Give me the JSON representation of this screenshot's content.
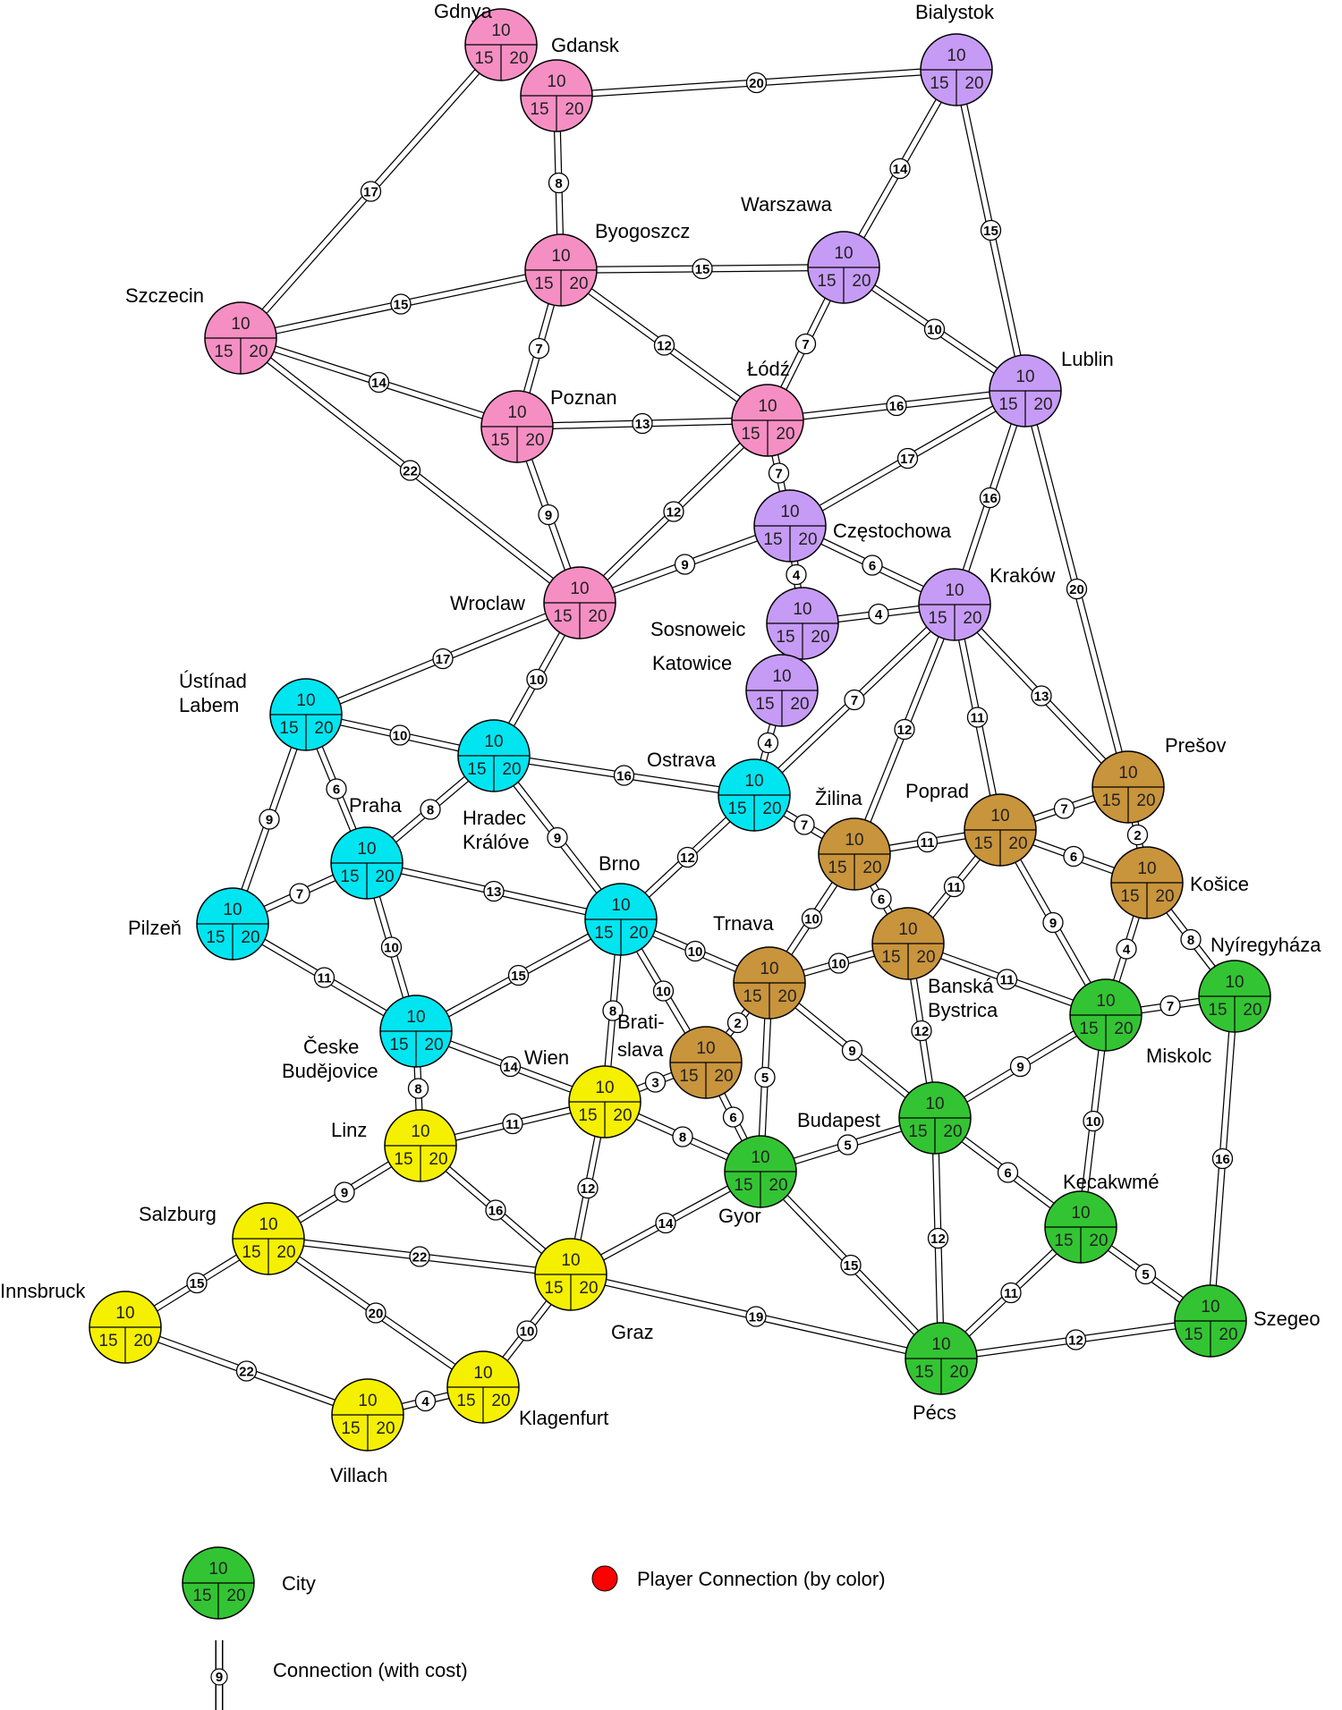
{
  "slots": [
    "10",
    "15",
    "20"
  ],
  "region_colors": {
    "pink": "#F58FC3",
    "purple": "#C69BF5",
    "cyan": "#00E5F0",
    "brown": "#C8943C",
    "yellow": "#F5F000",
    "green": "#33C433"
  },
  "cities": [
    {
      "id": "gdnya",
      "name": "Gdnya",
      "color": "pink"
    },
    {
      "id": "gdansk",
      "name": "Gdansk",
      "color": "pink"
    },
    {
      "id": "bialystok",
      "name": "Bialystok",
      "color": "purple"
    },
    {
      "id": "warszawa",
      "name": "Warszawa",
      "color": "purple"
    },
    {
      "id": "byogoszcz",
      "name": "Byogoszcz",
      "color": "pink"
    },
    {
      "id": "szczecin",
      "name": "Szczecin",
      "color": "pink"
    },
    {
      "id": "lodz",
      "name": "Łódź",
      "color": "pink"
    },
    {
      "id": "lublin",
      "name": "Lublin",
      "color": "purple"
    },
    {
      "id": "poznan",
      "name": "Poznan",
      "color": "pink"
    },
    {
      "id": "czestochowa",
      "name": "Częstochowa",
      "color": "purple"
    },
    {
      "id": "wroclaw",
      "name": "Wroclaw",
      "color": "pink"
    },
    {
      "id": "krakow",
      "name": "Kraków",
      "color": "purple"
    },
    {
      "id": "sosnoweic",
      "name": "Sosnoweic",
      "color": "purple"
    },
    {
      "id": "katowice",
      "name": "Katowice",
      "color": "purple"
    },
    {
      "id": "ustinad",
      "name": "Ústínad Labem",
      "color": "cyan"
    },
    {
      "id": "hradec",
      "name": "Hradec Králóve",
      "color": "cyan"
    },
    {
      "id": "ostrava",
      "name": "Ostrava",
      "color": "cyan"
    },
    {
      "id": "presov",
      "name": "Prešov",
      "color": "brown"
    },
    {
      "id": "praha",
      "name": "Praha",
      "color": "cyan"
    },
    {
      "id": "zilina",
      "name": "Žilina",
      "color": "brown"
    },
    {
      "id": "poprad",
      "name": "Poprad",
      "color": "brown"
    },
    {
      "id": "kosice",
      "name": "Košice",
      "color": "brown"
    },
    {
      "id": "pilzen",
      "name": "Pilzeň",
      "color": "cyan"
    },
    {
      "id": "brno",
      "name": "Brno",
      "color": "cyan"
    },
    {
      "id": "trnava",
      "name": "Trnava",
      "color": "brown"
    },
    {
      "id": "banska",
      "name": "Banská Bystrica",
      "color": "brown"
    },
    {
      "id": "nyiregyhaza",
      "name": "Nyíregyháza",
      "color": "green"
    },
    {
      "id": "ceske",
      "name": "Česke Budějovice",
      "color": "cyan"
    },
    {
      "id": "miskolc",
      "name": "Miskolc",
      "color": "green"
    },
    {
      "id": "bratislava",
      "name": "Brati-slava",
      "color": "brown"
    },
    {
      "id": "wien",
      "name": "Wien",
      "color": "yellow"
    },
    {
      "id": "linz",
      "name": "Linz",
      "color": "yellow"
    },
    {
      "id": "budapest",
      "name": "Budapest",
      "color": "green"
    },
    {
      "id": "gyor",
      "name": "Gyor",
      "color": "green"
    },
    {
      "id": "salzburg",
      "name": "Salzburg",
      "color": "yellow"
    },
    {
      "id": "kecakwme",
      "name": "Kecakwmé",
      "color": "green"
    },
    {
      "id": "graz",
      "name": "Graz",
      "color": "yellow"
    },
    {
      "id": "innsbruck",
      "name": "Innsbruck",
      "color": "yellow"
    },
    {
      "id": "szegeo",
      "name": "Szegeo",
      "color": "green"
    },
    {
      "id": "pecs",
      "name": "Pécs",
      "color": "green"
    },
    {
      "id": "villach",
      "name": "Villach",
      "color": "yellow"
    },
    {
      "id": "klagenfurt",
      "name": "Klagenfurt",
      "color": "yellow"
    }
  ],
  "connections": [
    {
      "from": "gdnya",
      "to": "szczecin",
      "cost": "17"
    },
    {
      "from": "gdansk",
      "to": "bialystok",
      "cost": "20"
    },
    {
      "from": "gdansk",
      "to": "byogoszcz",
      "cost": "8"
    },
    {
      "from": "bialystok",
      "to": "warszawa",
      "cost": "14"
    },
    {
      "from": "bialystok",
      "to": "lublin",
      "cost": "15"
    },
    {
      "from": "byogoszcz",
      "to": "warszawa",
      "cost": "15"
    },
    {
      "from": "byogoszcz",
      "to": "szczecin",
      "cost": "15"
    },
    {
      "from": "byogoszcz",
      "to": "lodz",
      "cost": "12"
    },
    {
      "from": "byogoszcz",
      "to": "poznan",
      "cost": "7"
    },
    {
      "from": "warszawa",
      "to": "lodz",
      "cost": "7"
    },
    {
      "from": "warszawa",
      "to": "lublin",
      "cost": "10"
    },
    {
      "from": "szczecin",
      "to": "poznan",
      "cost": "14"
    },
    {
      "from": "szczecin",
      "to": "wroclaw",
      "cost": "22"
    },
    {
      "from": "poznan",
      "to": "lodz",
      "cost": "13"
    },
    {
      "from": "poznan",
      "to": "wroclaw",
      "cost": "9"
    },
    {
      "from": "lodz",
      "to": "lublin",
      "cost": "16"
    },
    {
      "from": "lodz",
      "to": "czestochowa",
      "cost": "7"
    },
    {
      "from": "lodz",
      "to": "wroclaw",
      "cost": "12"
    },
    {
      "from": "lublin",
      "to": "czestochowa",
      "cost": "17"
    },
    {
      "from": "lublin",
      "to": "krakow",
      "cost": "16"
    },
    {
      "from": "lublin",
      "to": "presov",
      "cost": "20"
    },
    {
      "from": "czestochowa",
      "to": "wroclaw",
      "cost": "9"
    },
    {
      "from": "czestochowa",
      "to": "sosnoweic",
      "cost": "4"
    },
    {
      "from": "czestochowa",
      "to": "krakow",
      "cost": "6"
    },
    {
      "from": "sosnoweic",
      "to": "krakow",
      "cost": "4"
    },
    {
      "from": "wroclaw",
      "to": "ustinad",
      "cost": "17"
    },
    {
      "from": "wroclaw",
      "to": "hradec",
      "cost": "10"
    },
    {
      "from": "katowice",
      "to": "ostrava",
      "cost": "4"
    },
    {
      "from": "krakow",
      "to": "ostrava",
      "cost": "7"
    },
    {
      "from": "krakow",
      "to": "zilina",
      "cost": "12"
    },
    {
      "from": "krakow",
      "to": "poprad",
      "cost": "11"
    },
    {
      "from": "krakow",
      "to": "presov",
      "cost": "13"
    },
    {
      "from": "ustinad",
      "to": "hradec",
      "cost": "10"
    },
    {
      "from": "ustinad",
      "to": "praha",
      "cost": "6"
    },
    {
      "from": "ustinad",
      "to": "pilzen",
      "cost": "9"
    },
    {
      "from": "hradec",
      "to": "ostrava",
      "cost": "16"
    },
    {
      "from": "hradec",
      "to": "praha",
      "cost": "8"
    },
    {
      "from": "hradec",
      "to": "brno",
      "cost": "9"
    },
    {
      "from": "ostrava",
      "to": "zilina",
      "cost": "7"
    },
    {
      "from": "ostrava",
      "to": "brno",
      "cost": "12"
    },
    {
      "from": "praha",
      "to": "pilzen",
      "cost": "7"
    },
    {
      "from": "praha",
      "to": "brno",
      "cost": "13"
    },
    {
      "from": "praha",
      "to": "ceske",
      "cost": "10"
    },
    {
      "from": "pilzen",
      "to": "ceske",
      "cost": "11"
    },
    {
      "from": "zilina",
      "to": "poprad",
      "cost": "11"
    },
    {
      "from": "zilina",
      "to": "banska",
      "cost": "6"
    },
    {
      "from": "zilina",
      "to": "trnava",
      "cost": "10"
    },
    {
      "from": "poprad",
      "to": "presov",
      "cost": "7"
    },
    {
      "from": "poprad",
      "to": "kosice",
      "cost": "6"
    },
    {
      "from": "poprad",
      "to": "banska",
      "cost": "11"
    },
    {
      "from": "poprad",
      "to": "miskolc",
      "cost": "9"
    },
    {
      "from": "presov",
      "to": "kosice",
      "cost": "2"
    },
    {
      "from": "kosice",
      "to": "miskolc",
      "cost": "4"
    },
    {
      "from": "kosice",
      "to": "nyiregyhaza",
      "cost": "8"
    },
    {
      "from": "brno",
      "to": "trnava",
      "cost": "10"
    },
    {
      "from": "brno",
      "to": "bratislava",
      "cost": "10"
    },
    {
      "from": "brno",
      "to": "wien",
      "cost": "8"
    },
    {
      "from": "brno",
      "to": "ceske",
      "cost": "15"
    },
    {
      "from": "trnava",
      "to": "banska",
      "cost": "10"
    },
    {
      "from": "trnava",
      "to": "bratislava",
      "cost": "2"
    },
    {
      "from": "trnava",
      "to": "gyor",
      "cost": "5"
    },
    {
      "from": "trnava",
      "to": "budapest",
      "cost": "9"
    },
    {
      "from": "banska",
      "to": "miskolc",
      "cost": "11"
    },
    {
      "from": "banska",
      "to": "budapest",
      "cost": "12"
    },
    {
      "from": "nyiregyhaza",
      "to": "miskolc",
      "cost": "7"
    },
    {
      "from": "nyiregyhaza",
      "to": "szegeo",
      "cost": "16"
    },
    {
      "from": "ceske",
      "to": "linz",
      "cost": "8"
    },
    {
      "from": "ceske",
      "to": "wien",
      "cost": "14"
    },
    {
      "from": "miskolc",
      "to": "budapest",
      "cost": "9"
    },
    {
      "from": "miskolc",
      "to": "kecakwme",
      "cost": "10"
    },
    {
      "from": "bratislava",
      "to": "wien",
      "cost": "3"
    },
    {
      "from": "bratislava",
      "to": "gyor",
      "cost": "6"
    },
    {
      "from": "wien",
      "to": "linz",
      "cost": "11"
    },
    {
      "from": "wien",
      "to": "gyor",
      "cost": "8"
    },
    {
      "from": "wien",
      "to": "graz",
      "cost": "12"
    },
    {
      "from": "linz",
      "to": "salzburg",
      "cost": "9"
    },
    {
      "from": "linz",
      "to": "graz",
      "cost": "16"
    },
    {
      "from": "budapest",
      "to": "gyor",
      "cost": "5"
    },
    {
      "from": "budapest",
      "to": "kecakwme",
      "cost": "6"
    },
    {
      "from": "budapest",
      "to": "pecs",
      "cost": "12"
    },
    {
      "from": "gyor",
      "to": "graz",
      "cost": "14"
    },
    {
      "from": "gyor",
      "to": "pecs",
      "cost": "15"
    },
    {
      "from": "salzburg",
      "to": "innsbruck",
      "cost": "15"
    },
    {
      "from": "salzburg",
      "to": "graz",
      "cost": "22"
    },
    {
      "from": "salzburg",
      "to": "klagenfurt",
      "cost": "20"
    },
    {
      "from": "kecakwme",
      "to": "pecs",
      "cost": "11"
    },
    {
      "from": "kecakwme",
      "to": "szegeo",
      "cost": "5"
    },
    {
      "from": "graz",
      "to": "pecs",
      "cost": "19"
    },
    {
      "from": "graz",
      "to": "klagenfurt",
      "cost": "10"
    },
    {
      "from": "innsbruck",
      "to": "villach",
      "cost": "22"
    },
    {
      "from": "szegeo",
      "to": "pecs",
      "cost": "12"
    },
    {
      "from": "villach",
      "to": "klagenfurt",
      "cost": "4"
    }
  ],
  "legend": {
    "city_label": "City",
    "city_color": "#33C433",
    "player_label": "Player Connection (by color)",
    "player_color": "#FF0000",
    "connection_label": "Connection (with cost)",
    "connection_cost": "9"
  }
}
